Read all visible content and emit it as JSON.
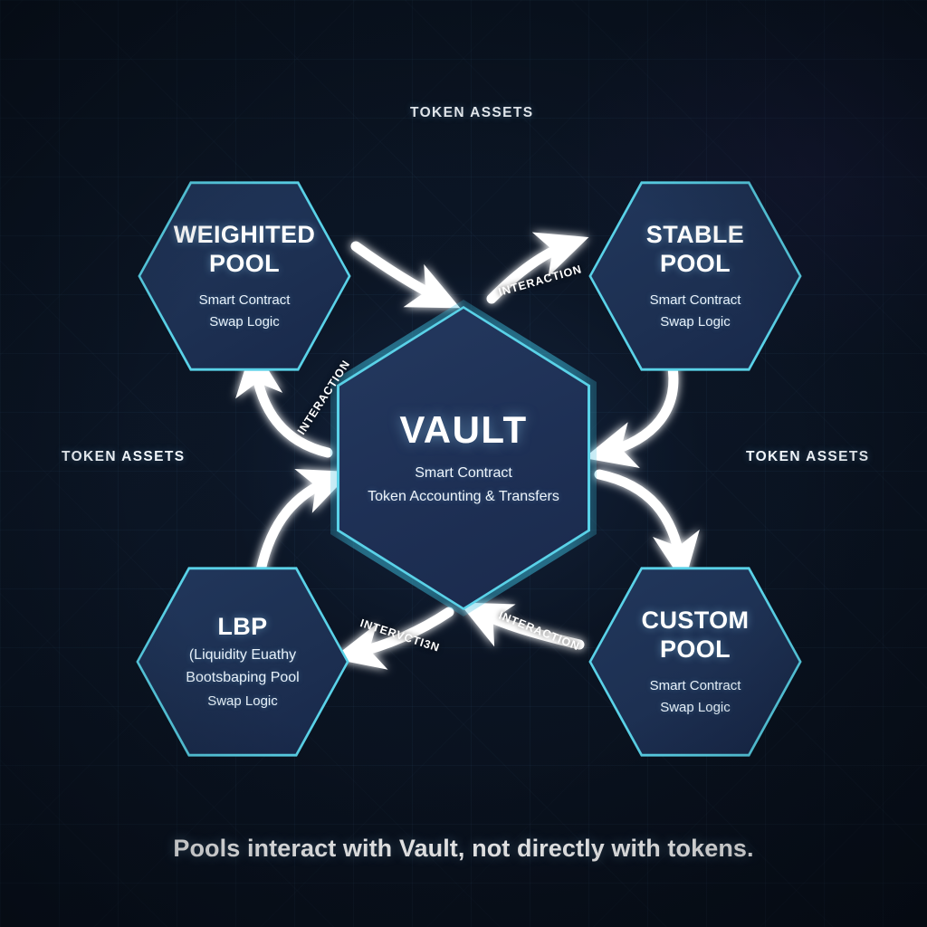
{
  "diagram": {
    "caption": "Pools interact with Vault, not directly with tokens.",
    "background_color": "#0a1320",
    "accent_color": "#5ad2e8",
    "node_fill_color": "#1d3052",
    "arrow_color": "#ffffff"
  },
  "vault": {
    "title": "VAULT",
    "line1": "Smart Contract",
    "line2": "Token Accounting & Transfers"
  },
  "pools": [
    {
      "id": "weighted-pool",
      "title_line1": "WEIGHITED",
      "title_line2": "POOL",
      "sub1": "Smart Contract",
      "sub2": "Swap Logic"
    },
    {
      "id": "stable-pool",
      "title_line1": "STABLE",
      "title_line2": "POOL",
      "sub1": "Smart Contract",
      "sub2": "Swap Logic"
    },
    {
      "id": "lbp-pool",
      "title_line1": "LBP",
      "title_line2": "(Liquidity Euathy",
      "sub1": "Bootsbaping Pool",
      "sub2": "Swap Logic"
    },
    {
      "id": "custom-pool",
      "title_line1": "CUSTOM",
      "title_line2": "POOL",
      "sub1": "Smart Contract",
      "sub2": "Swap Logic"
    }
  ],
  "token_labels": [
    {
      "id": "token-assets-top",
      "text": "TOKEN ASSETS"
    },
    {
      "id": "token-assets-left",
      "text": "TOKEN ASSETS"
    },
    {
      "id": "token-assets-right",
      "text": "TOKEN ASSETS"
    }
  ],
  "interaction_labels": [
    {
      "id": "interaction-top-right",
      "text": "INTERACTION"
    },
    {
      "id": "interaction-top-left",
      "text": "INTERACTION"
    },
    {
      "id": "interaction-bottom-left",
      "text": "INTERVCTI3N"
    },
    {
      "id": "interaction-bottom-right",
      "text": "INTERACTION"
    }
  ]
}
